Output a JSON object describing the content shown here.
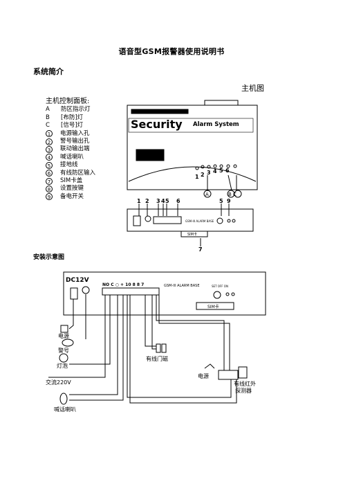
{
  "doc": {
    "title": "语音型GSM报警器使用说明书",
    "section": "系统简介",
    "figure_title": "主机图",
    "install_title": "安装示意图"
  },
  "legend": {
    "header": "主机控制面板:",
    "letters": [
      {
        "key": "A",
        "text": "防区指示灯"
      },
      {
        "key": "B",
        "text": "[布防]灯"
      },
      {
        "key": "C",
        "text": "[信号]灯"
      }
    ],
    "numbered": [
      {
        "key": "1",
        "text": "电源输入孔"
      },
      {
        "key": "2",
        "text": "警号输出孔"
      },
      {
        "key": "3",
        "text": "联动输出端"
      },
      {
        "key": "4",
        "text": "喊话喇叭"
      },
      {
        "key": "5",
        "text": "接地线"
      },
      {
        "key": "6",
        "text": "有线防区输入"
      },
      {
        "key": "7",
        "text": "SIM卡盖"
      },
      {
        "key": "8",
        "text": "设置按键"
      },
      {
        "key": "9",
        "text": "备电开关"
      }
    ]
  },
  "device": {
    "brand_main": "Security",
    "brand_sub": "Alarm System",
    "zone_numbers": [
      "1",
      "2",
      "3",
      "4",
      "5",
      "6"
    ],
    "top_callouts": [
      "1",
      "2",
      "3",
      "4",
      "5",
      "6",
      "5",
      "9"
    ],
    "callout_a": "A",
    "callout_bc": "B C",
    "panel_text": "GSM-III ALARM BASE",
    "sim_label": "SIM卡",
    "sim_callout": "7"
  },
  "install": {
    "dc_label": "DC12V",
    "terminal_labels": "NO  C  ○  +  10  8  8  7",
    "panel_text": "GSM-III ALARM BASE",
    "switch_labels": "SET  OFF  ON",
    "sim_label": "SIM卡",
    "labels": {
      "power": "电源",
      "siren": "警号",
      "lamp": "灯泡",
      "ac": "交流220V",
      "speaker": "喊话喇叭",
      "door_sensor": "有线门磁",
      "power2": "电源",
      "pir": "有线红外",
      "pir2": "探测器"
    }
  }
}
